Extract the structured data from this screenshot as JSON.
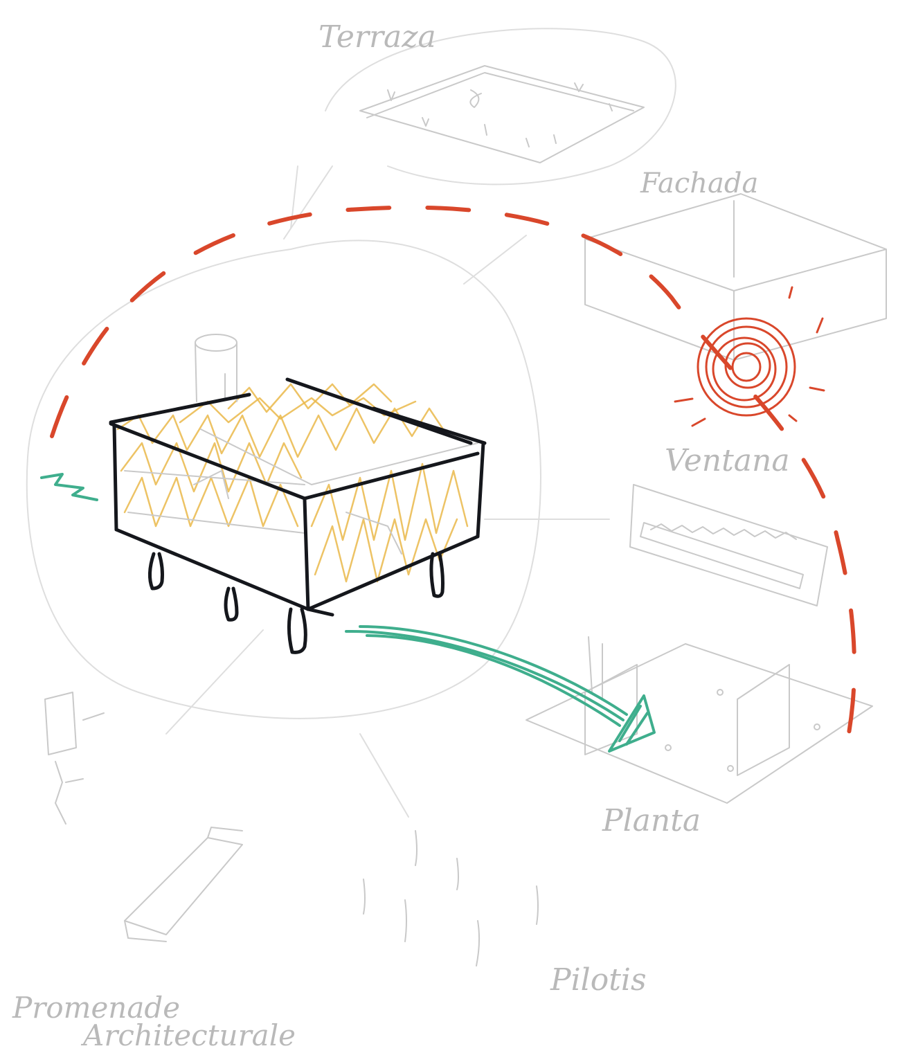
{
  "labels": {
    "terraza": "Terraza",
    "fachada": "Fachada",
    "ventana": "Ventana",
    "planta": "Planta",
    "pilotis": "Pilotis",
    "promenade_line1": "Promenade",
    "promenade_line2": "Architecturale"
  },
  "colors": {
    "pencil": "#c9c9c9",
    "ink": "#15171c",
    "volume_fill": "#eab84a",
    "sun": "#d9472b",
    "promenade_arrow": "#3fae8d"
  },
  "icons": {
    "sun": "sun-icon",
    "arrow": "arrow-icon"
  }
}
